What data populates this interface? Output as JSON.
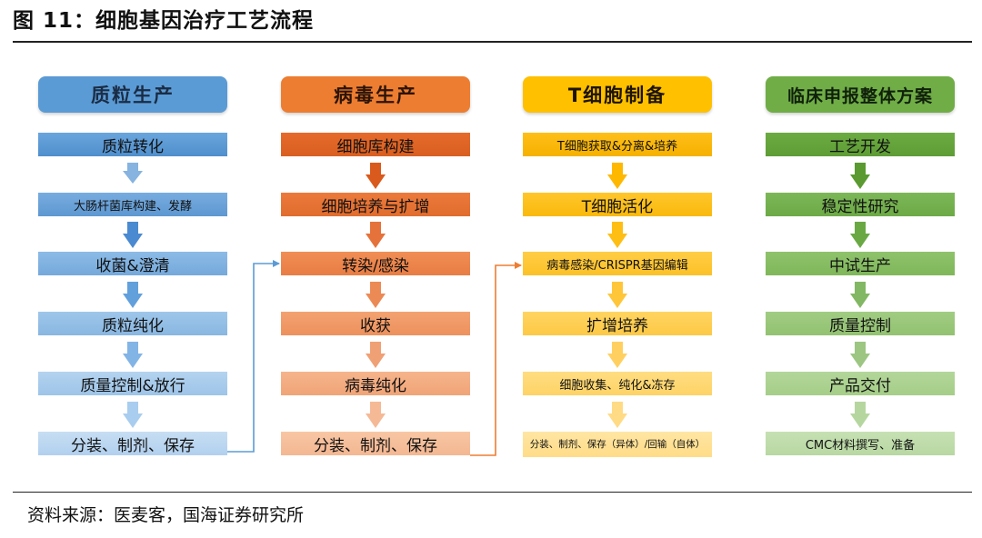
{
  "title": "图 11：细胞基因治疗工艺流程",
  "source": "资料来源：医麦客，国海证券研究所",
  "colors": {
    "blue_header": "#5b9bd5",
    "orange_header": "#ed7d31",
    "yellow_header": "#ffc000",
    "green_header": "#70ad47"
  },
  "columns": [
    {
      "header": "质粒生产",
      "steps": [
        "质粒转化",
        "大肠杆菌库构建、发酵",
        "收菌&澄清",
        "质粒纯化",
        "质量控制&放行",
        "分装、制剂、保存"
      ]
    },
    {
      "header": "病毒生产",
      "steps": [
        "细胞库构建",
        "细胞培养与扩增",
        "转染/感染",
        "收获",
        "病毒纯化",
        "分装、制剂、保存"
      ]
    },
    {
      "header": "T细胞制备",
      "steps": [
        "T细胞获取&分离&培养",
        "T细胞活化",
        "病毒感染/CRISPR基因编辑",
        "扩增培养",
        "细胞收集、纯化&冻存",
        "分装、制剂、保存（异体）/回输（自体）"
      ]
    },
    {
      "header": "临床申报整体方案",
      "steps": [
        "工艺开发",
        "稳定性研究",
        "中试生产",
        "质量控制",
        "产品交付",
        "CMC材料撰写、准备"
      ]
    }
  ]
}
